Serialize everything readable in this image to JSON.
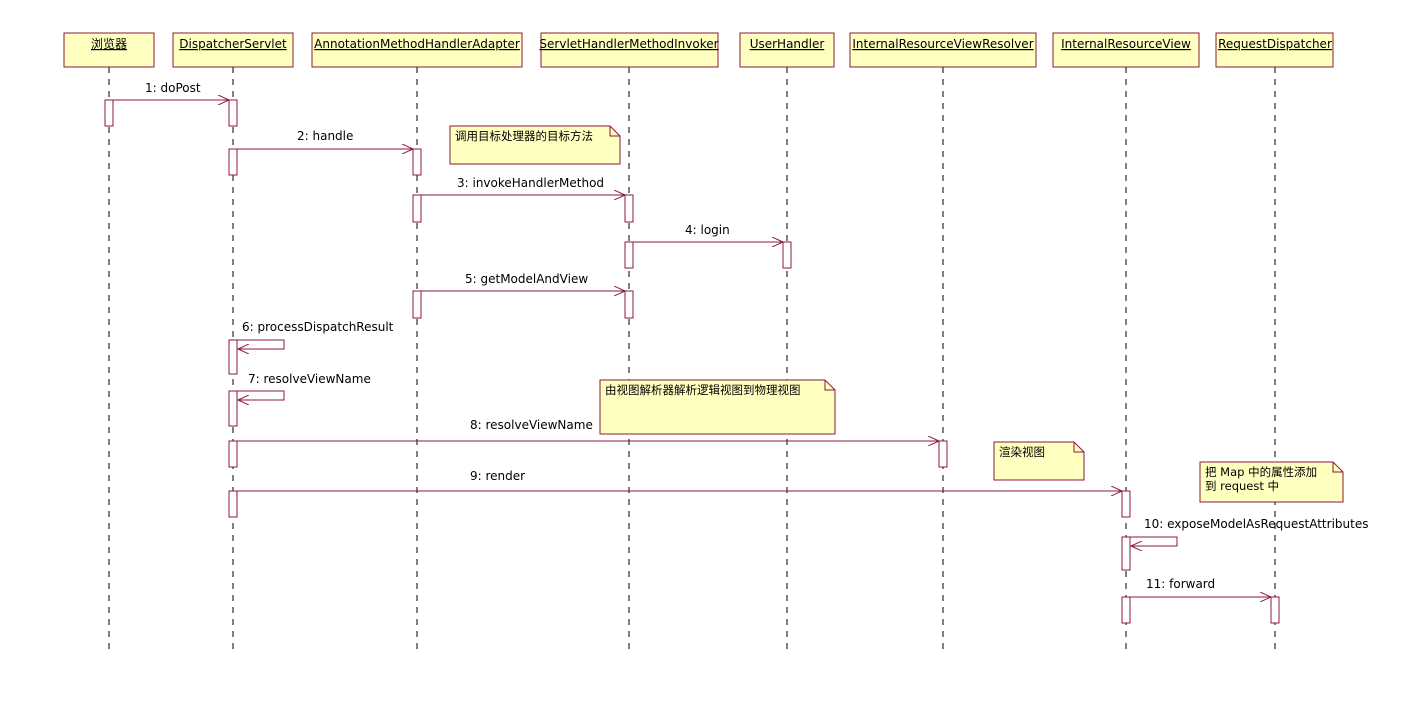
{
  "diagram_type": "sequence",
  "colors": {
    "box_fill": "#ffffc0",
    "box_stroke": "#8b1a3c",
    "activation_fill": "#ffffff"
  },
  "participants": [
    {
      "id": "browser",
      "name": "浏览器"
    },
    {
      "id": "dispatcher",
      "name": "DispatcherServlet"
    },
    {
      "id": "adapter",
      "name": "AnnotationMethodHandlerAdapter"
    },
    {
      "id": "invoker",
      "name": "ServletHandlerMethodInvoker"
    },
    {
      "id": "userhandler",
      "name": "UserHandler"
    },
    {
      "id": "resolver",
      "name": "InternalResourceViewResolver"
    },
    {
      "id": "view",
      "name": "InternalResourceView"
    },
    {
      "id": "reqdispatcher",
      "name": "RequestDispatcher"
    }
  ],
  "messages": [
    {
      "label": "1: doPost",
      "from": "browser",
      "to": "dispatcher"
    },
    {
      "label": "2: handle",
      "from": "dispatcher",
      "to": "adapter"
    },
    {
      "label": "3: invokeHandlerMethod",
      "from": "adapter",
      "to": "invoker"
    },
    {
      "label": "4: login",
      "from": "invoker",
      "to": "userhandler"
    },
    {
      "label": "5: getModelAndView",
      "from": "adapter",
      "to": "invoker"
    },
    {
      "label": "6: processDispatchResult",
      "from": "dispatcher",
      "to": "dispatcher"
    },
    {
      "label": "7: resolveViewName",
      "from": "dispatcher",
      "to": "dispatcher"
    },
    {
      "label": "8: resolveViewName",
      "from": "dispatcher",
      "to": "resolver"
    },
    {
      "label": "9: render",
      "from": "dispatcher",
      "to": "view"
    },
    {
      "label": "10: exposeModelAsRequestAttributes",
      "from": "view",
      "to": "view"
    },
    {
      "label": "11: forward",
      "from": "view",
      "to": "reqdispatcher"
    }
  ],
  "notes": [
    {
      "lines": [
        "调用目标处理器的目标方法"
      ]
    },
    {
      "lines": [
        "由视图解析器解析逻辑视图到物理视图"
      ]
    },
    {
      "lines": [
        "渲染视图"
      ]
    },
    {
      "lines": [
        "把 Map 中的属性添加",
        "到 request 中"
      ]
    }
  ]
}
